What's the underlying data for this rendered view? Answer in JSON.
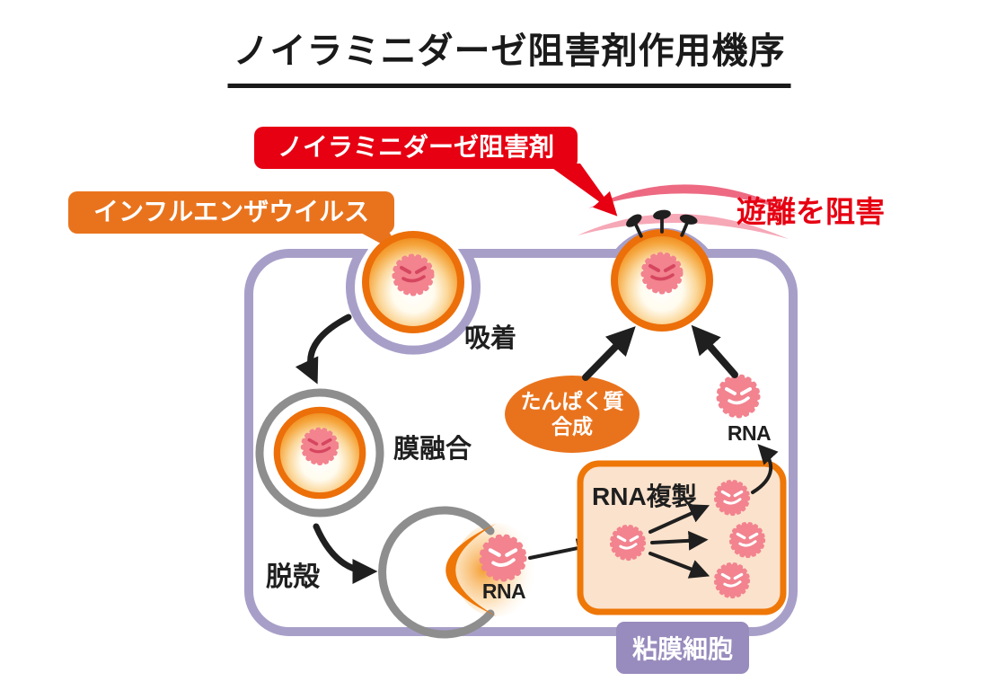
{
  "title": "ノイラミニダーゼ阻害剤作用機序",
  "callouts": {
    "inhibitor": "ノイラミニダーゼ阻害剤",
    "influenza_virus": "インフルエンザウイルス",
    "release_inhibition": "遊離を阻害",
    "mucosal_cell": "粘膜細胞"
  },
  "steps": {
    "adsorption": "吸着",
    "membrane_fusion": "膜融合",
    "uncoating": "脱殻",
    "rna_uncoated": "RNA",
    "rna_replication": "RNA複製",
    "rna_new": "RNA",
    "protein_synthesis_line1": "たんぱく質",
    "protein_synthesis_line2": "合成"
  },
  "colors": {
    "red_accent": "#e60012",
    "orange_accent": "#e9731d",
    "virus_ring_orange": "#ec6f0a",
    "membrane_purple": "#a89fc9",
    "mucosal_label_purple": "#988bbd",
    "vesicle_gray": "#8e8e8e",
    "rna_pink": "#f2838f",
    "replication_box_fill": "#fbe2cc",
    "arrow_black": "#1f1f1f",
    "swoosh_pink_dark": "#ed6a82",
    "swoosh_pink_light": "#f6a8b7"
  }
}
